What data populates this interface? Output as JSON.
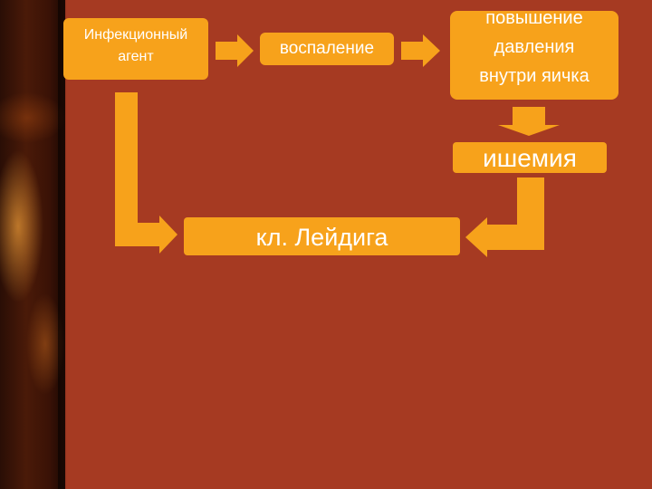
{
  "diagram": {
    "nodes": {
      "agent": "Инфекционный\nагент",
      "inflammation": "воспаление",
      "pressure": "повышение\nдавления\nвнутри яичка",
      "ischemia": "ишемия",
      "leydig": "кл. Лейдига"
    },
    "edges": [
      {
        "from": "agent",
        "to": "inflammation"
      },
      {
        "from": "inflammation",
        "to": "pressure"
      },
      {
        "from": "pressure",
        "to": "ischemia"
      },
      {
        "from": "agent",
        "to": "leydig"
      },
      {
        "from": "ischemia",
        "to": "leydig"
      }
    ]
  },
  "colors": {
    "background": "#a63a22",
    "node_fill": "#f7a21b",
    "node_text": "#ffffff"
  }
}
